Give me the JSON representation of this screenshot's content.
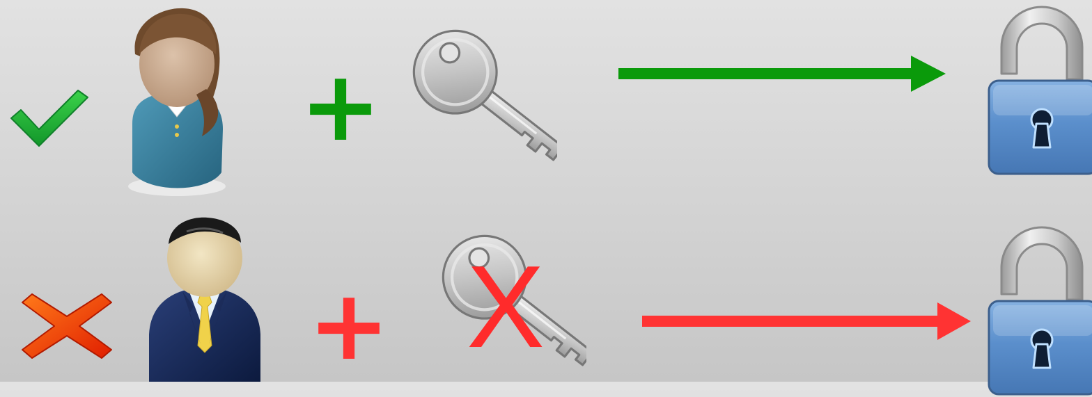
{
  "rows": [
    {
      "status_icon": "checkmark-icon",
      "user_icon": "woman-user-icon",
      "operator": "+",
      "key_icon": "key-icon",
      "key_mark": "",
      "arrow_icon": "arrow-right-icon",
      "lock_icon": "padlock-icon",
      "lock_state": "open",
      "color": "#0a9a0a"
    },
    {
      "status_icon": "cross-icon",
      "user_icon": "man-user-icon",
      "operator": "+",
      "key_icon": "key-icon",
      "key_mark": "X",
      "arrow_icon": "arrow-right-icon",
      "lock_icon": "padlock-icon",
      "lock_state": "open",
      "color": "#ff3333"
    }
  ]
}
